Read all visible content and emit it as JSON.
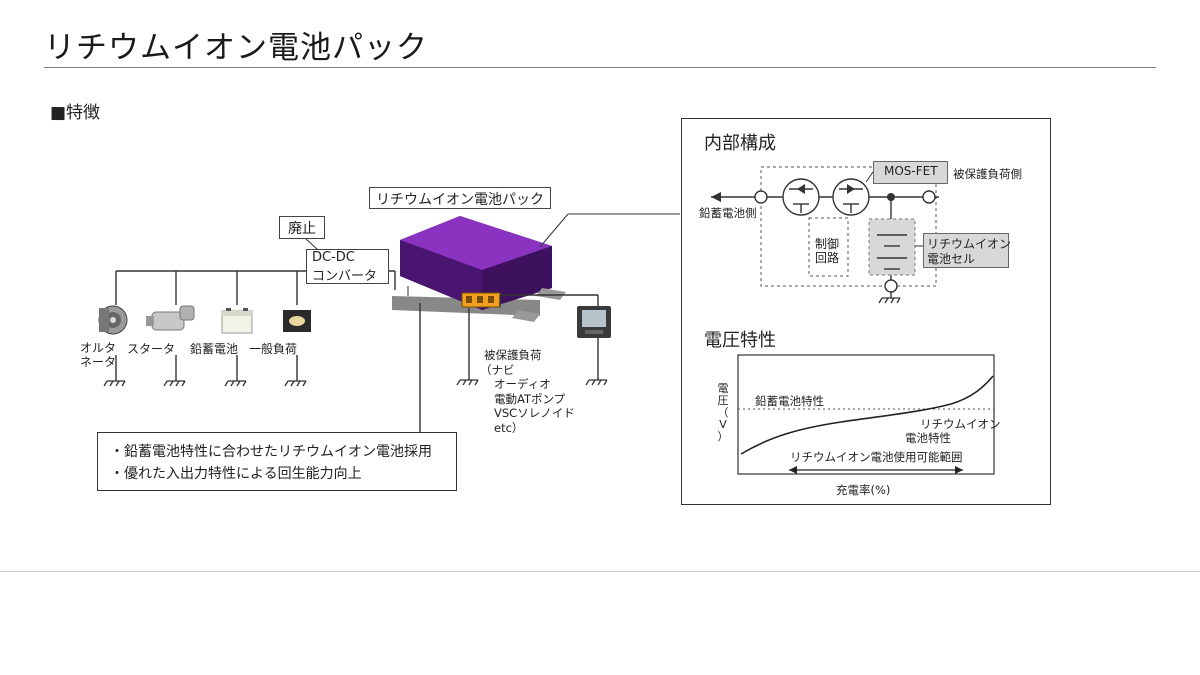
{
  "page": {
    "title": "リチウムイオン電池パック",
    "section_heading": "■特徴"
  },
  "system": {
    "pack_label": "リチウムイオン電池パック",
    "abolished_label": "廃止",
    "dcdc_line1": "DC-DC",
    "dcdc_line2": "コンバータ",
    "loads": [
      {
        "label_line1": "オルタ",
        "label_line2": "ネータ"
      },
      {
        "label_line1": "スタータ",
        "label_line2": ""
      },
      {
        "label_line1": "鉛蓄電池",
        "label_line2": ""
      },
      {
        "label_line1": "一般負荷",
        "label_line2": ""
      }
    ],
    "protected_loads": [
      "被保護負荷",
      "（ナビ",
      "オーディオ",
      "電動ATポンプ",
      "VSCソレノイド",
      "etc）"
    ]
  },
  "features": [
    "・鉛蓄電池特性に合わせたリチウムイオン電池採用",
    "・優れた入出力特性による回生能力向上"
  ],
  "internal": {
    "heading": "内部構成",
    "mosfet_label": "MOS-FET",
    "protected_side": "被保護負荷側",
    "lead_side": "鉛蓄電池側",
    "control_line1": "制御",
    "control_line2": "回路",
    "cell_line1": "リチウムイオン",
    "cell_line2": "電池セル"
  },
  "voltage_chart": {
    "heading": "電圧特性",
    "ylabel_chars": [
      "電",
      "圧",
      "（",
      "V",
      "）"
    ],
    "xlabel": "充電率(%)",
    "lead_curve_label": "鉛蓄電池特性",
    "li_curve_line1": "リチウムイオン",
    "li_curve_line2": "電池特性",
    "range_label": "リチウムイオン電池使用可能範囲"
  },
  "colors": {
    "pack_top": "#7b2bb0",
    "pack_side": "#5a1d86",
    "pack_front": "#4a1570",
    "terminal": "#f0a020",
    "line": "#333333",
    "gray_box": "#d8d8d8"
  }
}
